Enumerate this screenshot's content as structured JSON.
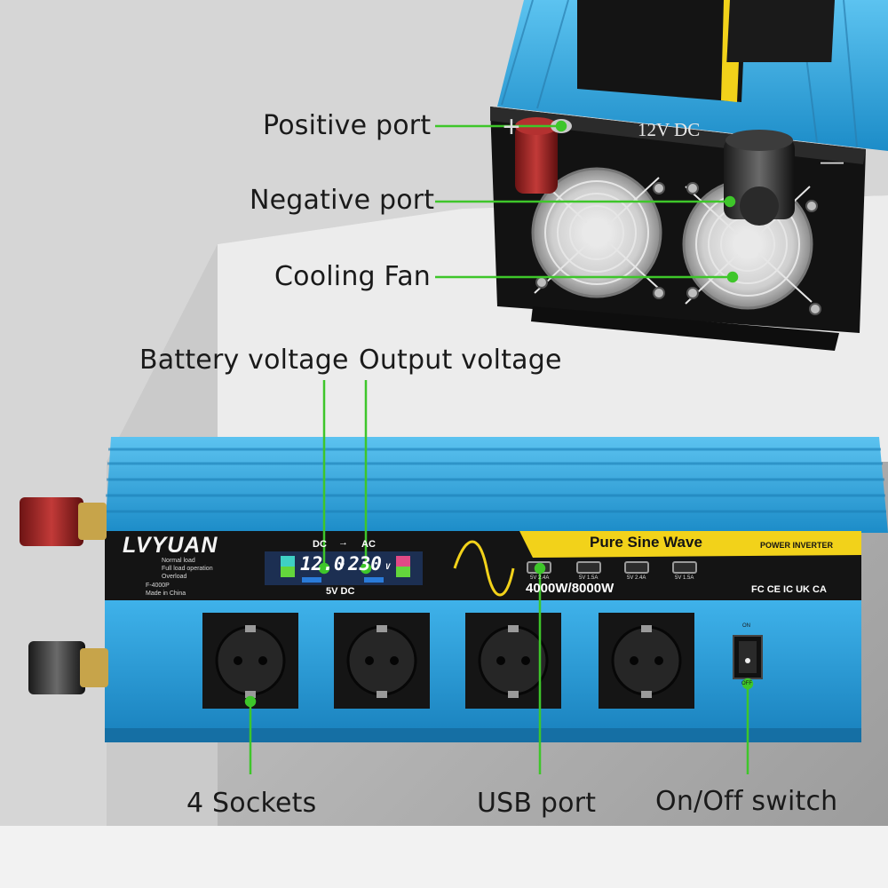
{
  "callouts": {
    "positive_port": "Positive port",
    "negative_port": "Negative port",
    "cooling_fan": "Cooling Fan",
    "battery_voltage": "Battery voltage",
    "output_voltage": "Output voltage",
    "sockets": "4 Sockets",
    "usb_port": "USB port",
    "switch": "On/Off switch"
  },
  "rear_panel": {
    "voltage_label": "12V DC",
    "plus_sign": "+",
    "minus_sign": "—"
  },
  "front_panel": {
    "brand": "LVYUAN",
    "legend": [
      "Normal load",
      "Full load operation",
      "Overload"
    ],
    "model": "F-4000P",
    "origin": "Made in China",
    "dc_label": "DC",
    "arrow": "→",
    "ac_label": "AC",
    "dc_value": "12.0",
    "ac_value": "230",
    "unit_v": "V",
    "five_v_dc": "5V DC",
    "banner": "Pure Sine Wave",
    "banner_sub": "POWER INVERTER",
    "power_rating": "4000W/8000W",
    "usb_labels": [
      "5V 2.4A",
      "5V 1.5A",
      "5V 2.4A",
      "5V 1.5A"
    ],
    "certs": "FC CE IC UK CA",
    "switch_on": "ON",
    "switch_off": "OFF"
  },
  "colors": {
    "callout_line": "#3ec62a",
    "case_blue": "#1e9ad6",
    "banner_yellow": "#f2d21a",
    "panel_black": "#141414"
  }
}
